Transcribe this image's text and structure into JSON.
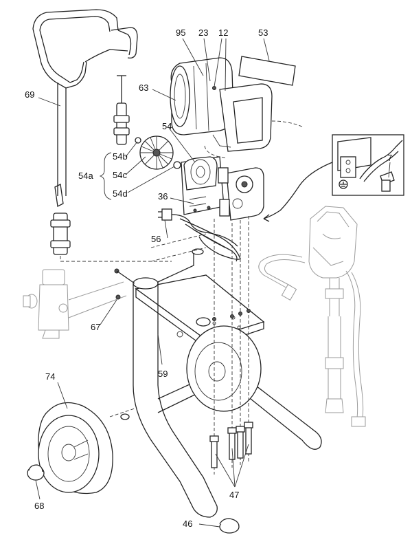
{
  "diagram": {
    "callouts": {
      "c95": "95",
      "c23": "23",
      "c12": "12",
      "c53": "53",
      "c63": "63",
      "c69": "69",
      "c54": "54",
      "c54a": "54a",
      "c54b": "54b",
      "c54c": "54c",
      "c54d": "54d",
      "c36": "36",
      "c56": "56",
      "c7": "7",
      "c67": "67",
      "c59": "59",
      "c74": "74",
      "c68": "68",
      "c47": "47",
      "c46": "46"
    }
  }
}
